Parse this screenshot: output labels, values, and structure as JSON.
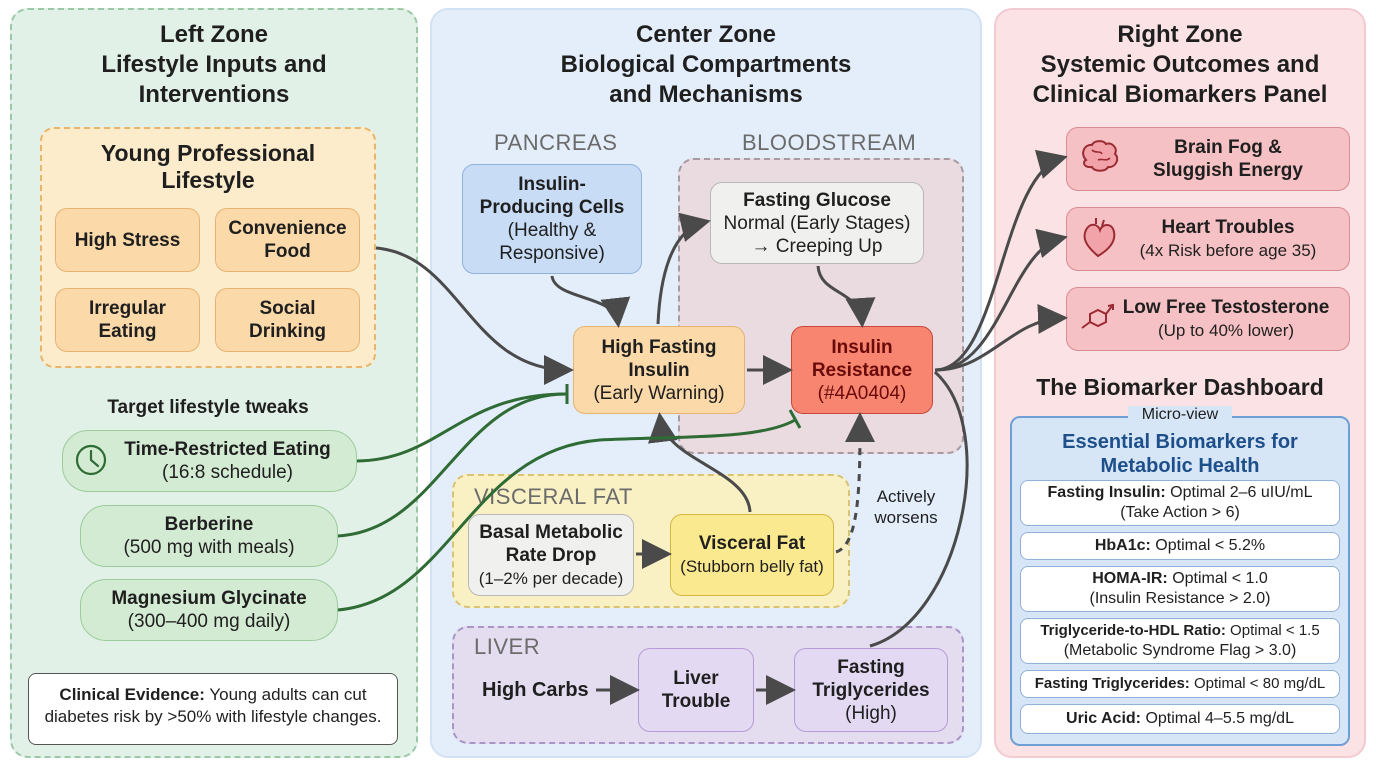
{
  "left_zone": {
    "title": [
      "Left Zone",
      "Lifestyle Inputs and",
      "Interventions"
    ],
    "lifestyle_panel": {
      "title": [
        "Young Professional",
        "Lifestyle"
      ],
      "items": [
        {
          "text": "High Stress"
        },
        {
          "line1": "Convenience",
          "line2": "Food"
        },
        {
          "line1": "Irregular",
          "line2": "Eating"
        },
        {
          "line1": "Social",
          "line2": "Drinking"
        }
      ]
    },
    "tweaks_title": "Target lifestyle tweaks",
    "tweaks": [
      {
        "name": "Time-Restricted Eating",
        "detail": "(16:8 schedule)",
        "icon": "clock-icon"
      },
      {
        "name": "Berberine",
        "detail": "(500 mg with meals)"
      },
      {
        "name": "Magnesium Glycinate",
        "detail": "(300–400 mg daily)"
      }
    ],
    "evidence": {
      "label": "Clinical Evidence:",
      "text": " Young adults can cut diabetes risk by >50% with lifestyle changes."
    }
  },
  "center_zone": {
    "title": [
      "Center Zone",
      "Biological Compartments",
      "and Mechanisms"
    ],
    "pancreas": {
      "label": "PANCREAS",
      "cells": {
        "line1": "Insulin-",
        "line2": "Producing Cells",
        "line3": "(Healthy &",
        "line4": "Responsive)"
      }
    },
    "bloodstream": {
      "label": "BLOODSTREAM",
      "glucose": {
        "title": "Fasting Glucose",
        "line2": "Normal (Early Stages)",
        "line3": "→ Creeping Up"
      }
    },
    "high_fasting_insulin": {
      "line1": "High Fasting",
      "line2": "Insulin",
      "line3": "(Early Warning)"
    },
    "insulin_resistance": {
      "line1": "Insulin",
      "line2": "Resistance",
      "line3": "(#4A0404)"
    },
    "visceral": {
      "label": "VISCERAL FAT",
      "bmr": {
        "line1": "Basal Metabolic",
        "line2": "Rate Drop",
        "line3": "(1–2% per decade)"
      },
      "fat": {
        "line1": "Visceral Fat",
        "line2": "(Stubborn belly fat)"
      },
      "note": [
        "Actively",
        "worsens"
      ]
    },
    "liver": {
      "label": "LIVER",
      "carbs": "High Carbs",
      "trouble": {
        "line1": "Liver",
        "line2": "Trouble"
      },
      "trig": {
        "line1": "Fasting",
        "line2": "Triglycerides",
        "line3": "(High)"
      }
    }
  },
  "right_zone": {
    "title": [
      "Right Zone",
      "Systemic Outcomes and",
      "Clinical Biomarkers Panel"
    ],
    "outcomes": [
      {
        "icon": "brain-icon",
        "line1": "Brain Fog &",
        "line2": "Sluggish Energy"
      },
      {
        "icon": "heart-icon",
        "line1": "Heart Troubles",
        "line2": "(4x Risk before age 35)"
      },
      {
        "icon": "testosterone-icon",
        "line1": "Low Free Testosterone",
        "line2": "(Up to 40% lower)"
      }
    ],
    "dashboard": {
      "title": "The Biomarker Dashboard",
      "micro": "Micro-view",
      "subtitle": [
        "Essential Biomarkers for",
        "Metabolic Health"
      ],
      "rows": [
        {
          "name": "Fasting Insulin:",
          "value": " Optimal 2–6 uIU/mL",
          "extra": "(Take Action > 6)"
        },
        {
          "name": "HbA1c:",
          "value": " Optimal < 5.2%",
          "extra": ""
        },
        {
          "name": "HOMA-IR:",
          "value": " Optimal < 1.0",
          "extra": "(Insulin Resistance > 2.0)"
        },
        {
          "name": "Triglyceride-to-HDL Ratio:",
          "value": " Optimal < 1.5",
          "extra": "(Metabolic Syndrome Flag > 3.0)"
        },
        {
          "name": "Fasting Triglycerides:",
          "value": " Optimal < 80 mg/dL",
          "extra": ""
        },
        {
          "name": "Uric Acid:",
          "value": " Optimal 4–5.5 mg/dL",
          "extra": ""
        }
      ]
    }
  },
  "colors": {
    "arrow": "#4a4a4a",
    "inhibit": "#2f6b35",
    "left_bg": "#e2f1e7",
    "center_bg": "#e3eefa",
    "right_bg": "#fbe2e4",
    "resistance_text": "#9b1c1c",
    "dashboard_title": "#1d4f8a"
  }
}
